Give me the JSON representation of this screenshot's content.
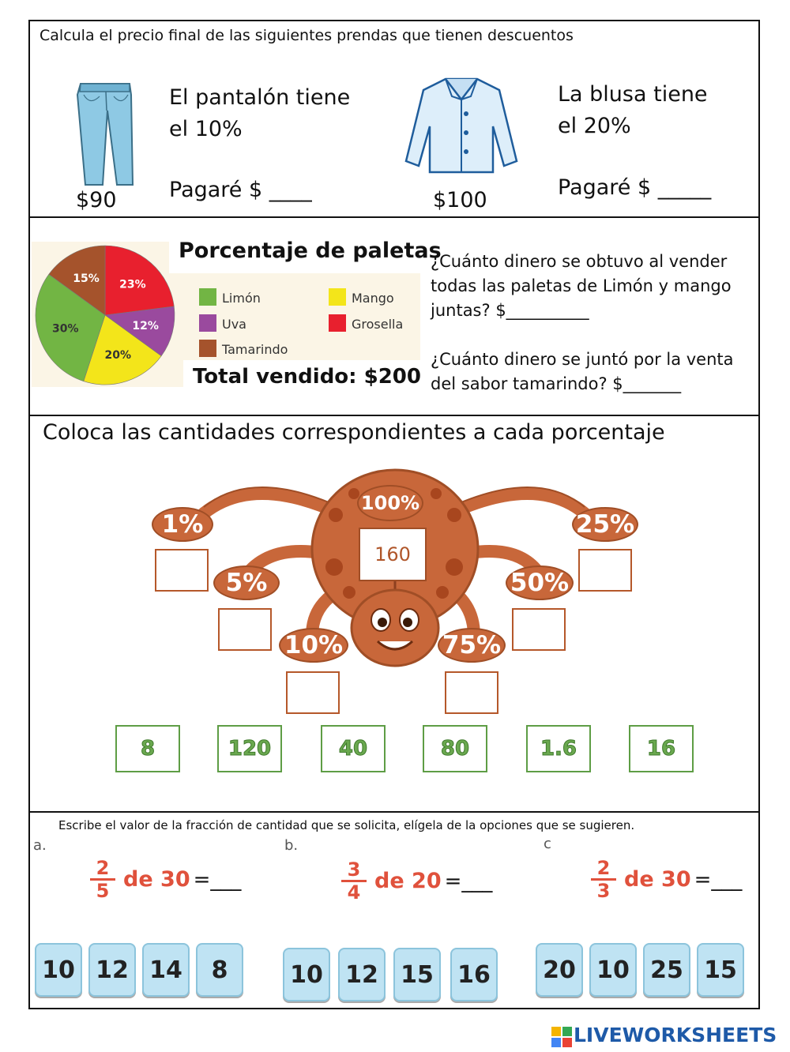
{
  "section1": {
    "instruction": "Calcula el precio final de las siguientes prendas que tienen descuentos",
    "pants": {
      "text": "El pantalón tiene el 10%",
      "answer": "Pagaré $ ____",
      "price": "$90",
      "icon": "pants-icon"
    },
    "blouse": {
      "text": "La blusa tiene el 20%",
      "answer": "Pagaré $ _____",
      "price": "$100",
      "icon": "blouse-icon"
    }
  },
  "section2": {
    "chart_title": "Porcentaje de paletas",
    "total": "Total vendido: $200",
    "question1": "¿Cuánto dinero se obtuvo al vender todas las paletas de Limón y mango juntas? $__________",
    "question2": "¿Cuánto dinero se juntó por la venta del sabor tamarindo? $_______"
  },
  "chart_data": {
    "type": "pie",
    "title": "Porcentaje de paletas",
    "series": [
      {
        "name": "Grosella",
        "value": 23,
        "label": "23%",
        "color": "#e8202e"
      },
      {
        "name": "Uva",
        "value": 12,
        "label": "12%",
        "color": "#9a4a9e"
      },
      {
        "name": "Mango",
        "value": 20,
        "label": "20%",
        "color": "#f3e51a"
      },
      {
        "name": "Limón",
        "value": 30,
        "label": "30%",
        "color": "#72b544"
      },
      {
        "name": "Tamarindo",
        "value": 15,
        "label": "15%",
        "color": "#a5532c"
      }
    ],
    "legend": [
      {
        "name": "Limón",
        "color": "#72b544"
      },
      {
        "name": "Mango",
        "color": "#f3e51a"
      },
      {
        "name": "Uva",
        "color": "#9a4a9e"
      },
      {
        "name": "Grosella",
        "color": "#e8202e"
      },
      {
        "name": "Tamarindo",
        "color": "#a5532c"
      }
    ]
  },
  "section3": {
    "title": "Coloca las cantidades correspondientes a cada porcentaje",
    "center_label": "100%",
    "center_value": "160",
    "percentages": [
      "1%",
      "5%",
      "10%",
      "75%",
      "50%",
      "25%"
    ],
    "options": [
      "8",
      "120",
      "40",
      "80",
      "1.6",
      "16"
    ],
    "colors": {
      "bug": "#c8673a",
      "option_border": "#5e9d45",
      "option_text": "#6aa84f"
    }
  },
  "section4": {
    "instruction": "Escribe el valor de la fracción de cantidad que se solicita, elígela de la opciones que se sugieren.",
    "problems": [
      {
        "letter": "a.",
        "num": "2",
        "den": "5",
        "de": "de 30",
        "eq": "=___",
        "options": [
          "10",
          "12",
          "14",
          "8"
        ]
      },
      {
        "letter": "b.",
        "num": "3",
        "den": "4",
        "de": "de 20",
        "eq": "=___",
        "options": [
          "10",
          "12",
          "15",
          "16"
        ]
      },
      {
        "letter": "c",
        "num": "2",
        "den": "3",
        "de": "de 30",
        "eq": "=___",
        "options": [
          "20",
          "10",
          "25",
          "15"
        ]
      }
    ]
  },
  "footer": {
    "brand": "LIVEWORKSHEETS"
  }
}
